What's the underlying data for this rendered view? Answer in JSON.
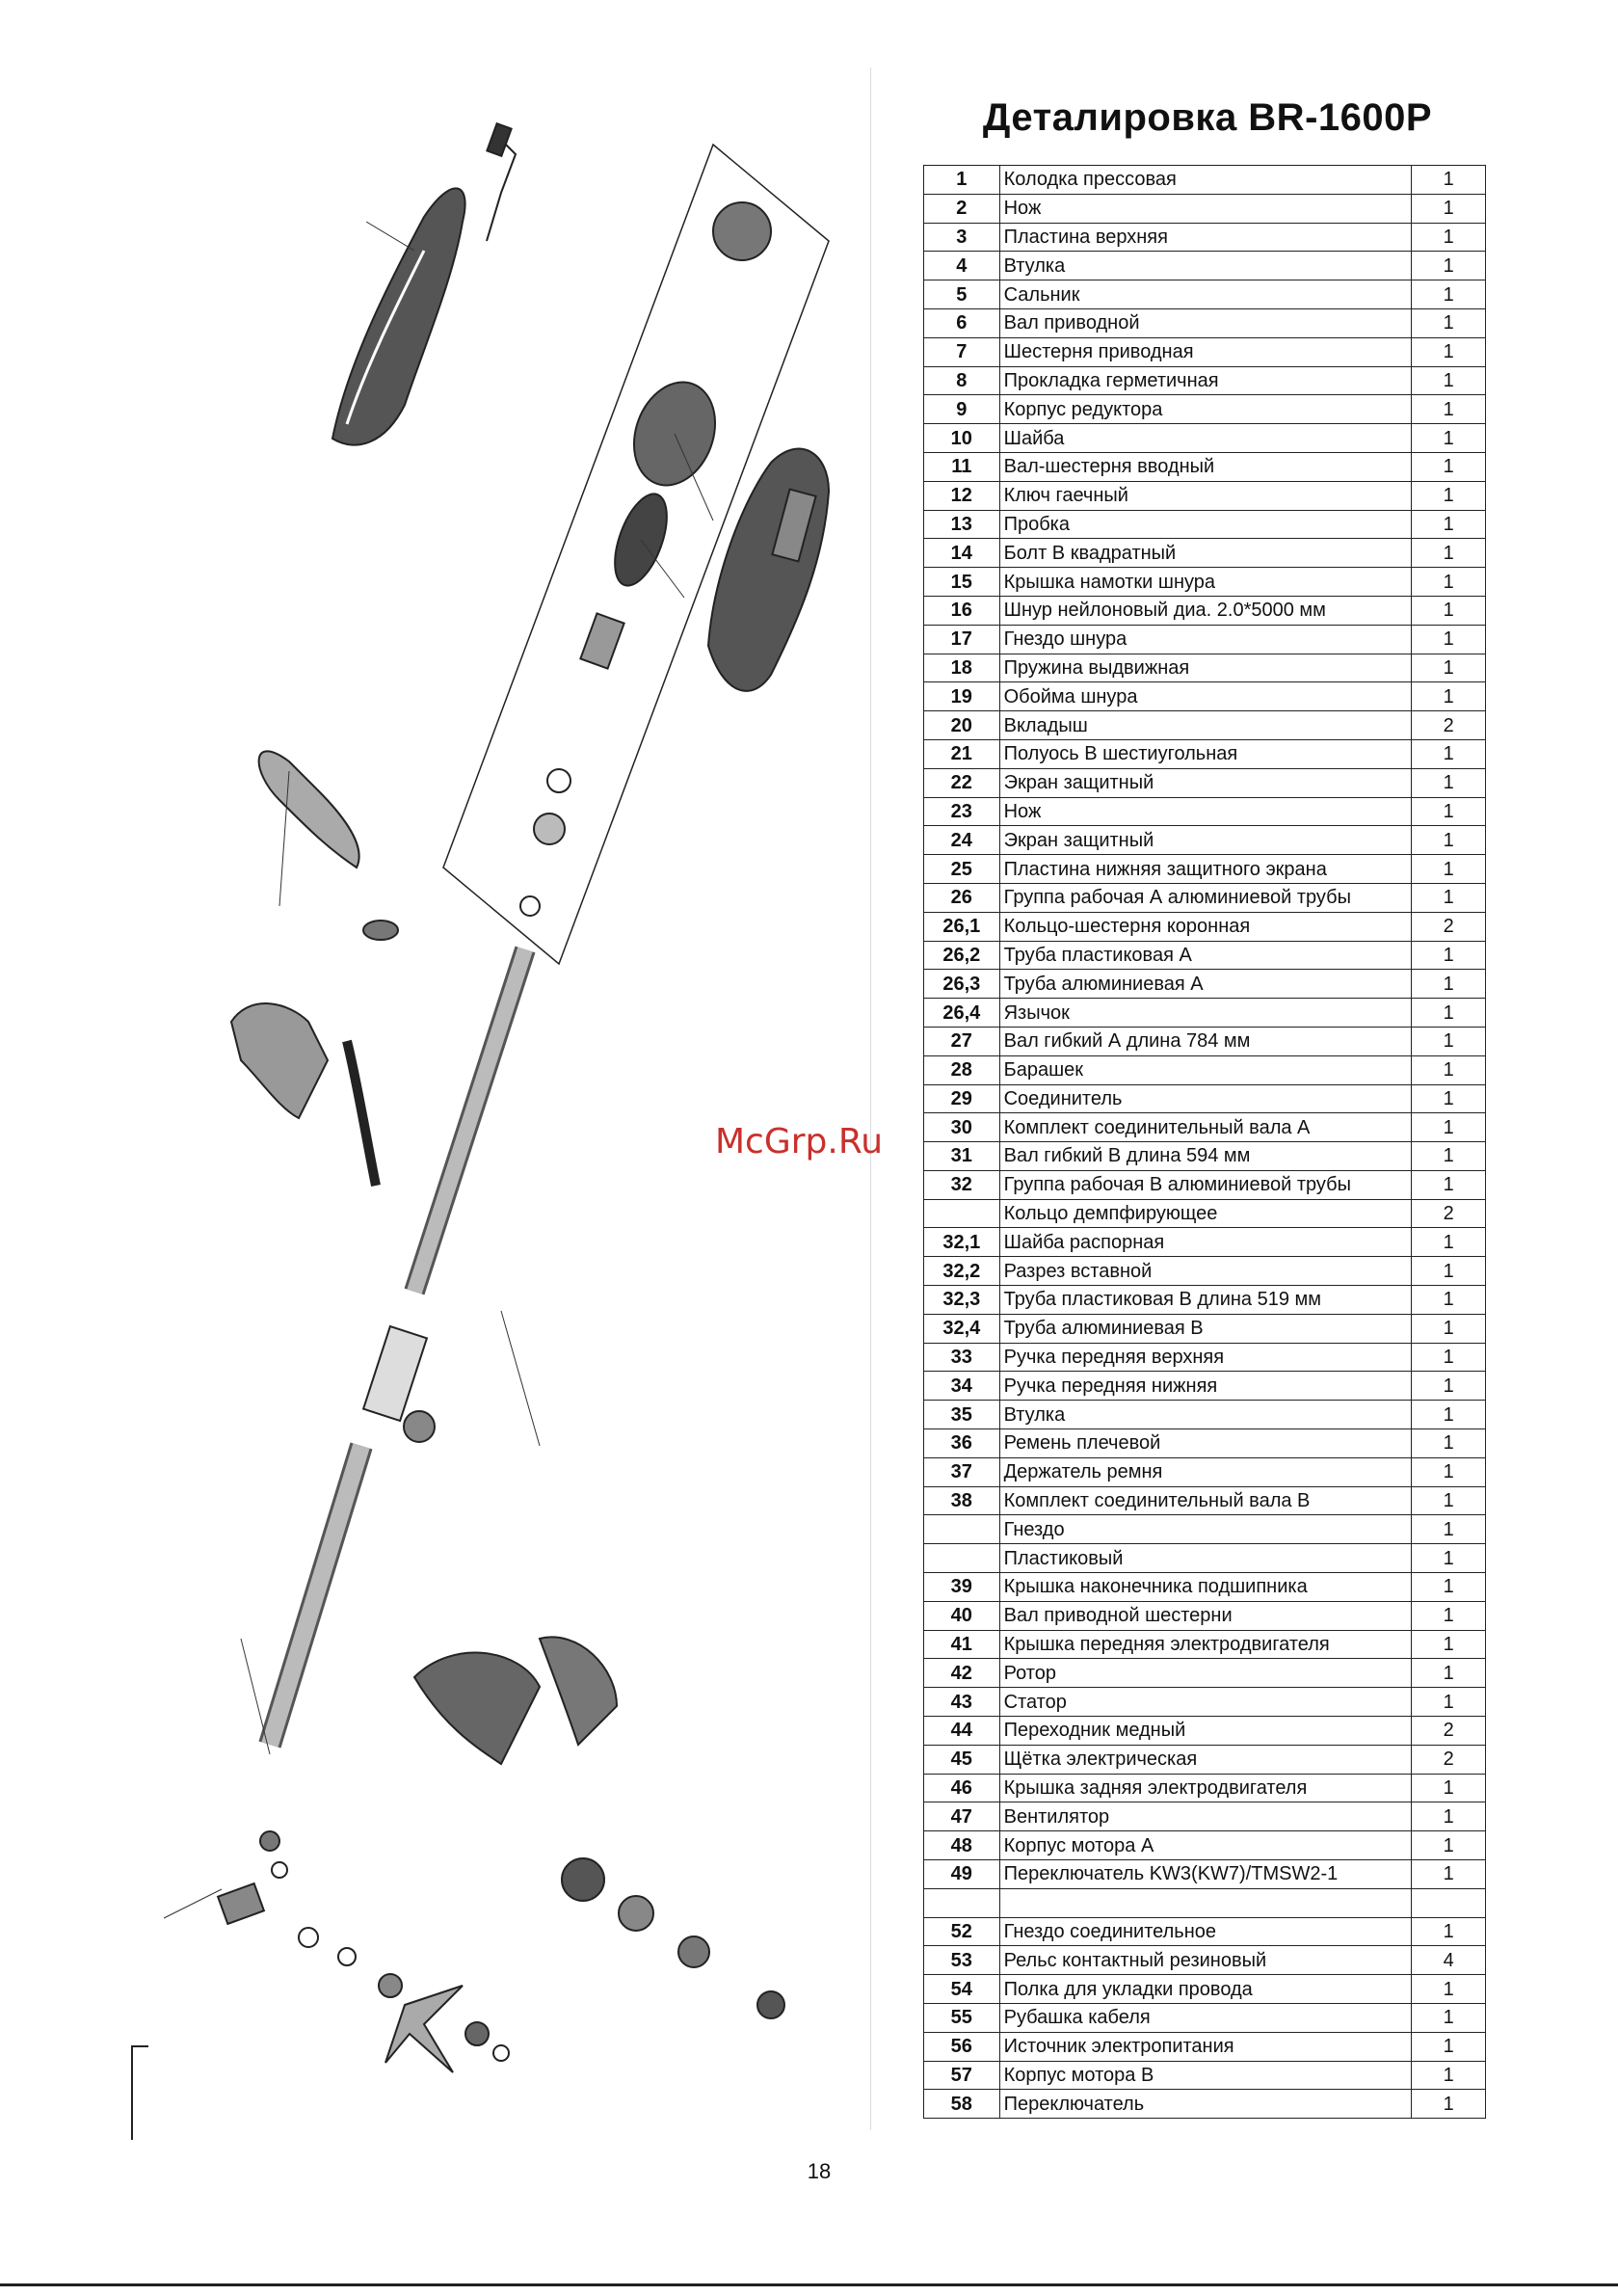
{
  "title": "Деталировка BR-1600P",
  "watermark": "McGrp.Ru",
  "page_number": "18",
  "parts": [
    {
      "num": "1",
      "name": "Колодка прессовая",
      "qty": "1"
    },
    {
      "num": "2",
      "name": "Нож",
      "qty": "1"
    },
    {
      "num": "3",
      "name": "Пластина верхняя",
      "qty": "1"
    },
    {
      "num": "4",
      "name": "Втулка",
      "qty": "1"
    },
    {
      "num": "5",
      "name": "Сальник",
      "qty": "1"
    },
    {
      "num": "6",
      "name": "Вал приводной",
      "qty": "1"
    },
    {
      "num": "7",
      "name": "Шестерня приводная",
      "qty": "1"
    },
    {
      "num": "8",
      "name": "Прокладка герметичная",
      "qty": "1"
    },
    {
      "num": "9",
      "name": "Корпус редуктора",
      "qty": "1"
    },
    {
      "num": "10",
      "name": "Шайба",
      "qty": "1"
    },
    {
      "num": "11",
      "name": "Вал-шестерня вводный",
      "qty": "1"
    },
    {
      "num": "12",
      "name": "Ключ гаечный",
      "qty": "1"
    },
    {
      "num": "13",
      "name": "Пробка",
      "qty": "1"
    },
    {
      "num": "14",
      "name": "Болт В квадратный",
      "qty": "1"
    },
    {
      "num": "15",
      "name": "Крышка намотки шнура",
      "qty": "1"
    },
    {
      "num": "16",
      "name": "Шнур нейлоновый диа. 2.0*5000 мм",
      "qty": "1"
    },
    {
      "num": "17",
      "name": "Гнездо шнура",
      "qty": "1"
    },
    {
      "num": "18",
      "name": "Пружина выдвижная",
      "qty": "1"
    },
    {
      "num": "19",
      "name": "Обойма шнура",
      "qty": "1"
    },
    {
      "num": "20",
      "name": "Вкладыш",
      "qty": "2"
    },
    {
      "num": "21",
      "name": "Полуось В шестиугольная",
      "qty": "1"
    },
    {
      "num": "22",
      "name": "Экран защитный",
      "qty": "1"
    },
    {
      "num": "23",
      "name": "Нож",
      "qty": "1"
    },
    {
      "num": "24",
      "name": "Экран защитный",
      "qty": "1"
    },
    {
      "num": "25",
      "name": "Пластина нижняя защитного экрана",
      "qty": "1"
    },
    {
      "num": "26",
      "name": "Группа рабочая А алюминиевой трубы",
      "qty": "1"
    },
    {
      "num": "26,1",
      "name": "Кольцо-шестерня коронная",
      "qty": "2"
    },
    {
      "num": "26,2",
      "name": "Труба пластиковая А",
      "qty": "1"
    },
    {
      "num": "26,3",
      "name": "Труба алюминиевая А",
      "qty": "1"
    },
    {
      "num": "26,4",
      "name": "Язычок",
      "qty": "1"
    },
    {
      "num": "27",
      "name": "Вал гибкий А длина 784 мм",
      "qty": "1"
    },
    {
      "num": "28",
      "name": "Барашек",
      "qty": "1"
    },
    {
      "num": "29",
      "name": "Соединитель",
      "qty": "1"
    },
    {
      "num": "30",
      "name": "Комплект соединительный вала А",
      "qty": "1"
    },
    {
      "num": "31",
      "name": "Вал гибкий В длина 594 мм",
      "qty": "1"
    },
    {
      "num": "32",
      "name": "Группа рабочая В алюминиевой трубы",
      "qty": "1"
    },
    {
      "num": "",
      "name": "Кольцо демпфирующее",
      "qty": "2"
    },
    {
      "num": "32,1",
      "name": "Шайба распорная",
      "qty": "1"
    },
    {
      "num": "32,2",
      "name": "Разрез вставной",
      "qty": "1"
    },
    {
      "num": "32,3",
      "name": "Труба пластиковая В длина 519 мм",
      "qty": "1"
    },
    {
      "num": "32,4",
      "name": "Труба алюминиевая В",
      "qty": "1"
    },
    {
      "num": "33",
      "name": "Ручка передняя верхняя",
      "qty": "1"
    },
    {
      "num": "34",
      "name": "Ручка передняя нижняя",
      "qty": "1"
    },
    {
      "num": "35",
      "name": "Втулка",
      "qty": "1"
    },
    {
      "num": "36",
      "name": "Ремень плечевой",
      "qty": "1"
    },
    {
      "num": "37",
      "name": "Держатель ремня",
      "qty": "1"
    },
    {
      "num": "38",
      "name": "Комплект соединительный вала В",
      "qty": "1"
    },
    {
      "num": "",
      "name": "Гнездо",
      "qty": "1"
    },
    {
      "num": "",
      "name": "Пластиковый",
      "qty": "1"
    },
    {
      "num": "39",
      "name": "Крышка наконечника подшипника",
      "qty": "1"
    },
    {
      "num": "40",
      "name": "Вал приводной шестерни",
      "qty": "1"
    },
    {
      "num": "41",
      "name": "Крышка передняя электродвигателя",
      "qty": "1"
    },
    {
      "num": "42",
      "name": "Ротор",
      "qty": "1"
    },
    {
      "num": "43",
      "name": "Статор",
      "qty": "1"
    },
    {
      "num": "44",
      "name": "Переходник медный",
      "qty": "2"
    },
    {
      "num": "45",
      "name": "Щётка электрическая",
      "qty": "2"
    },
    {
      "num": "46",
      "name": "Крышка задняя электродвигателя",
      "qty": "1"
    },
    {
      "num": "47",
      "name": "Вентилятор",
      "qty": "1"
    },
    {
      "num": "48",
      "name": "Корпус мотора А",
      "qty": "1"
    },
    {
      "num": "49",
      "name": "Переключатель KW3(KW7)/TMSW2-1",
      "qty": "1"
    },
    {
      "num": "",
      "name": "",
      "qty": ""
    },
    {
      "num": "52",
      "name": "Гнездо соединительное",
      "qty": "1"
    },
    {
      "num": "53",
      "name": "Рельс контактный резиновый",
      "qty": "4"
    },
    {
      "num": "54",
      "name": "Полка для укладки провода",
      "qty": "1"
    },
    {
      "num": "55",
      "name": "Рубашка кабеля",
      "qty": "1"
    },
    {
      "num": "56",
      "name": "Источник электропитания",
      "qty": "1"
    },
    {
      "num": "57",
      "name": "Корпус мотора В",
      "qty": "1"
    },
    {
      "num": "58",
      "name": "Переключатель",
      "qty": "1"
    }
  ]
}
